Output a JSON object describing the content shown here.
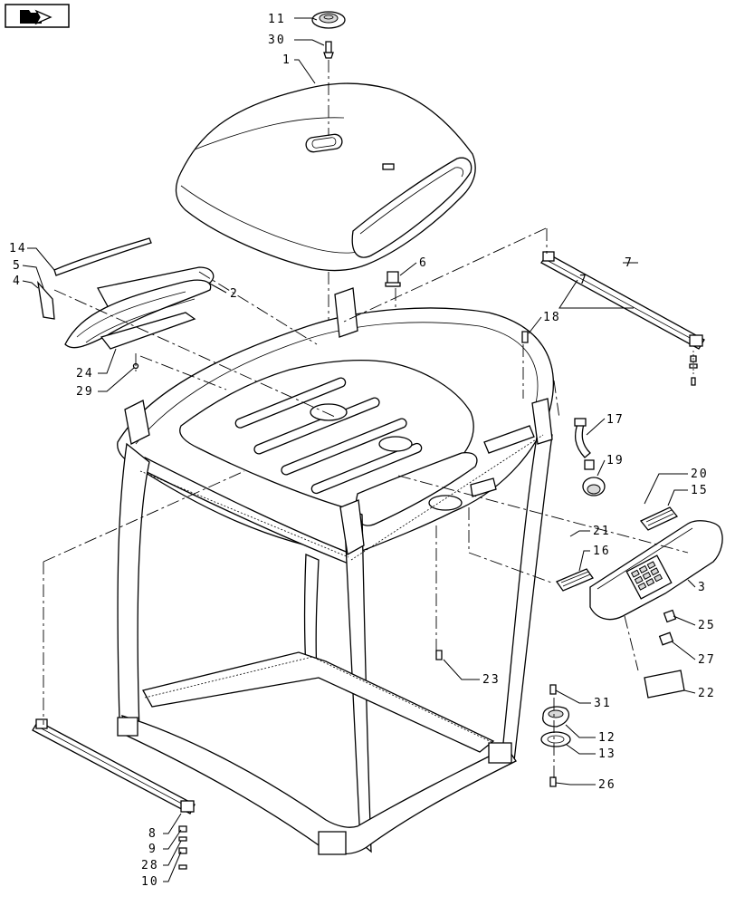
{
  "nav": {
    "icon": "folder-arrow-icon"
  },
  "callouts": [
    {
      "id": "11",
      "label": "11"
    },
    {
      "id": "30",
      "label": "30"
    },
    {
      "id": "1",
      "label": "1"
    },
    {
      "id": "14",
      "label": "14"
    },
    {
      "id": "5",
      "label": "5"
    },
    {
      "id": "4",
      "label": "4"
    },
    {
      "id": "2",
      "label": "2"
    },
    {
      "id": "6",
      "label": "6"
    },
    {
      "id": "7a",
      "label": "7"
    },
    {
      "id": "7b",
      "label": "7"
    },
    {
      "id": "18",
      "label": "18"
    },
    {
      "id": "24",
      "label": "24"
    },
    {
      "id": "29",
      "label": "29"
    },
    {
      "id": "17",
      "label": "17"
    },
    {
      "id": "19",
      "label": "19"
    },
    {
      "id": "20",
      "label": "20"
    },
    {
      "id": "15",
      "label": "15"
    },
    {
      "id": "21",
      "label": "21"
    },
    {
      "id": "16",
      "label": "16"
    },
    {
      "id": "3",
      "label": "3"
    },
    {
      "id": "25",
      "label": "25"
    },
    {
      "id": "27",
      "label": "27"
    },
    {
      "id": "22",
      "label": "22"
    },
    {
      "id": "23",
      "label": "23"
    },
    {
      "id": "31",
      "label": "31"
    },
    {
      "id": "12",
      "label": "12"
    },
    {
      "id": "13",
      "label": "13"
    },
    {
      "id": "26",
      "label": "26"
    },
    {
      "id": "8",
      "label": "8"
    },
    {
      "id": "9",
      "label": "9"
    },
    {
      "id": "28",
      "label": "28"
    },
    {
      "id": "10",
      "label": "10"
    }
  ]
}
